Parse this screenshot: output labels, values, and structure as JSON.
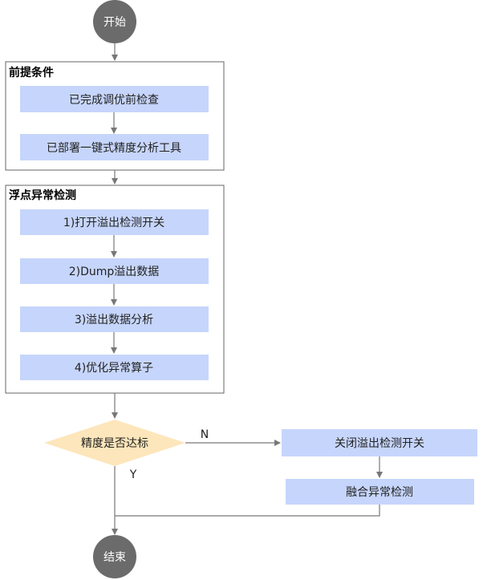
{
  "nodes": {
    "start": "开始",
    "end": "结束",
    "prereq_title": "前提条件",
    "prereq_step1": "已完成调优前检查",
    "prereq_step2": "已部署一键式精度分析工具",
    "detect_title": "浮点异常检测",
    "detect_step1": "1)打开溢出检测开关",
    "detect_step2": "2)Dump溢出数据",
    "detect_step3": "3)溢出数据分析",
    "detect_step4": "4)优化异常算子",
    "decision": "精度是否达标",
    "no_label": "N",
    "yes_label": "Y",
    "close_switch": "关闭溢出检测开关",
    "merge_detect": "融合异常检测"
  },
  "colors": {
    "step_fill": "#c6d5fb",
    "decision_fill": "#fde6bb",
    "circle_fill": "#6b6b6b",
    "line": "#777777",
    "group_border": "#666666"
  }
}
